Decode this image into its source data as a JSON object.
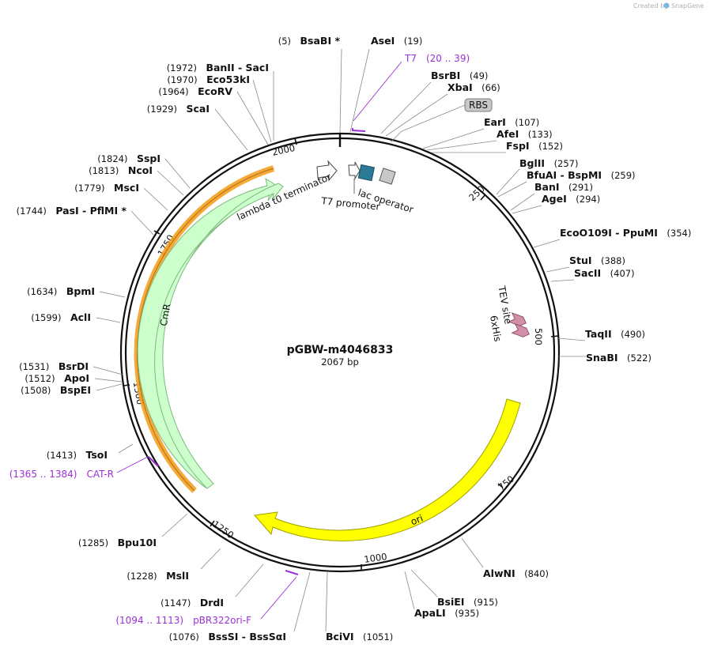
{
  "credit": {
    "prefix": "Created by",
    "brand": "SnapGene"
  },
  "plasmid": {
    "name": "pGBW-m4046833",
    "length_label": "2067 bp",
    "length": 2067
  },
  "ticks": [
    "250",
    "500",
    "750",
    "1000",
    "1250",
    "1500",
    "1750",
    "2000"
  ],
  "sites": [
    {
      "pos": "(5)",
      "name": "BsaBI *"
    },
    {
      "pos": "(19)",
      "name": "AseI"
    },
    {
      "pos": "(49)",
      "name": "BsrBI"
    },
    {
      "pos": "(66)",
      "name": "XbaI"
    },
    {
      "pos": "(107)",
      "name": "EarI"
    },
    {
      "pos": "(133)",
      "name": "AfeI"
    },
    {
      "pos": "(152)",
      "name": "FspI"
    },
    {
      "pos": "(257)",
      "name": "BglII"
    },
    {
      "pos": "(259)",
      "name": "BfuAI  -  BspMI"
    },
    {
      "pos": "(291)",
      "name": "BanI"
    },
    {
      "pos": "(294)",
      "name": "AgeI"
    },
    {
      "pos": "(354)",
      "name": "EcoO109I  -  PpuMI"
    },
    {
      "pos": "(388)",
      "name": "StuI"
    },
    {
      "pos": "(407)",
      "name": "SacII"
    },
    {
      "pos": "(490)",
      "name": "TaqII"
    },
    {
      "pos": "(522)",
      "name": "SnaBI"
    },
    {
      "pos": "(840)",
      "name": "AlwNI"
    },
    {
      "pos": "(915)",
      "name": "BsiEI"
    },
    {
      "pos": "(935)",
      "name": "ApaLI"
    },
    {
      "pos": "(1051)",
      "name": "BciVI"
    },
    {
      "pos": "(1076)",
      "name": "BssSI  -  BssSαI"
    },
    {
      "pos": "(1147)",
      "name": "DrdI"
    },
    {
      "pos": "(1228)",
      "name": "MslI"
    },
    {
      "pos": "(1285)",
      "name": "Bpu10I"
    },
    {
      "pos": "(1413)",
      "name": "TsoI"
    },
    {
      "pos": "(1508)",
      "name": "BspEI"
    },
    {
      "pos": "(1512)",
      "name": "ApoI"
    },
    {
      "pos": "(1531)",
      "name": "BsrDI"
    },
    {
      "pos": "(1599)",
      "name": "AclI"
    },
    {
      "pos": "(1634)",
      "name": "BpmI"
    },
    {
      "pos": "(1744)",
      "name": "PasI  -  PflMI *"
    },
    {
      "pos": "(1779)",
      "name": "MscI"
    },
    {
      "pos": "(1813)",
      "name": "NcoI"
    },
    {
      "pos": "(1824)",
      "name": "SspI"
    },
    {
      "pos": "(1929)",
      "name": "ScaI"
    },
    {
      "pos": "(1964)",
      "name": "EcoRV"
    },
    {
      "pos": "(1970)",
      "name": "Eco53kI"
    },
    {
      "pos": "(1972)",
      "name": "BanII  -  SacI"
    }
  ],
  "primers": [
    {
      "name": "T7",
      "range": "(20 .. 39)"
    },
    {
      "name": "CAT-R",
      "range": "(1365 .. 1384)"
    },
    {
      "name": "pBR322ori-F",
      "range": "(1094 .. 1113)"
    }
  ],
  "features": {
    "rbs": "RBS",
    "lac_operator": "lac operator",
    "t7_promoter": "T7 promoter",
    "lambda_t0": "lambda t0 terminator",
    "tev_site": "TEV site",
    "his_tag": "6xHis",
    "cmr": "CmR",
    "ori": "ori"
  },
  "colors": {
    "backbone": "#111111",
    "primer": "#9b30d9",
    "cmr_fill": "#ccffcc",
    "cmr_stroke": "#7fb87f",
    "ori_fill": "#ffff00",
    "ori_stroke": "#a0a000",
    "highlight": "#f5a020",
    "lac_operator_fill": "#2c7a96",
    "rbs_fill": "#c8c8c8",
    "tev_fill": "#d48fa8"
  }
}
